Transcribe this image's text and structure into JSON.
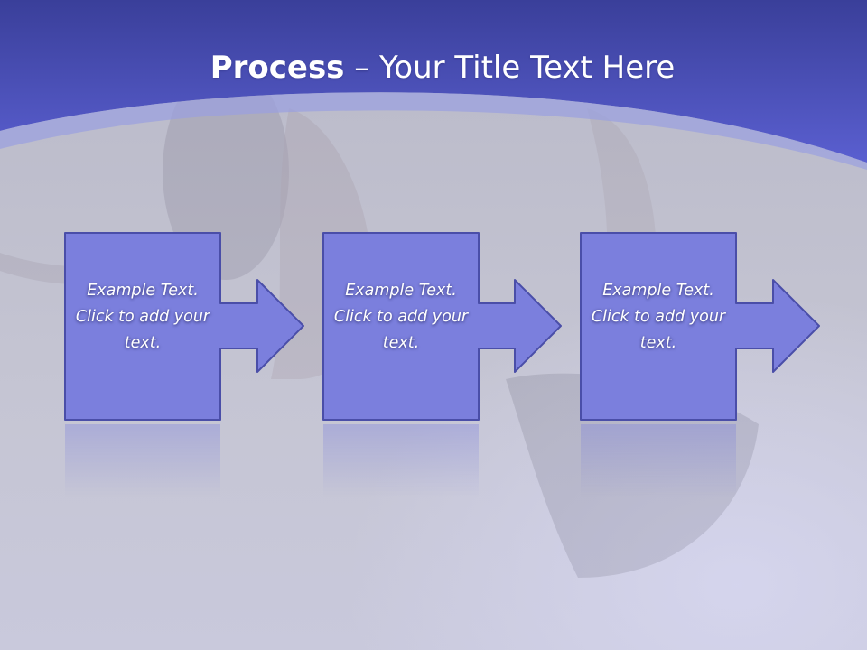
{
  "slide": {
    "title_bold": "Process",
    "title_rest": " – Your Title Text Here",
    "steps": [
      {
        "text": "Example Text. Click  to add your text."
      },
      {
        "text": "Example Text. Click  to add your text."
      },
      {
        "text": "Example Text. Click  to add your text."
      }
    ]
  },
  "colors": {
    "header_top": "#3a3f9a",
    "header_bottom": "#5a5fd0",
    "shape_fill": "#7b7fdd",
    "shape_stroke": "#4a4ea8",
    "background": "#c4c4d2"
  }
}
